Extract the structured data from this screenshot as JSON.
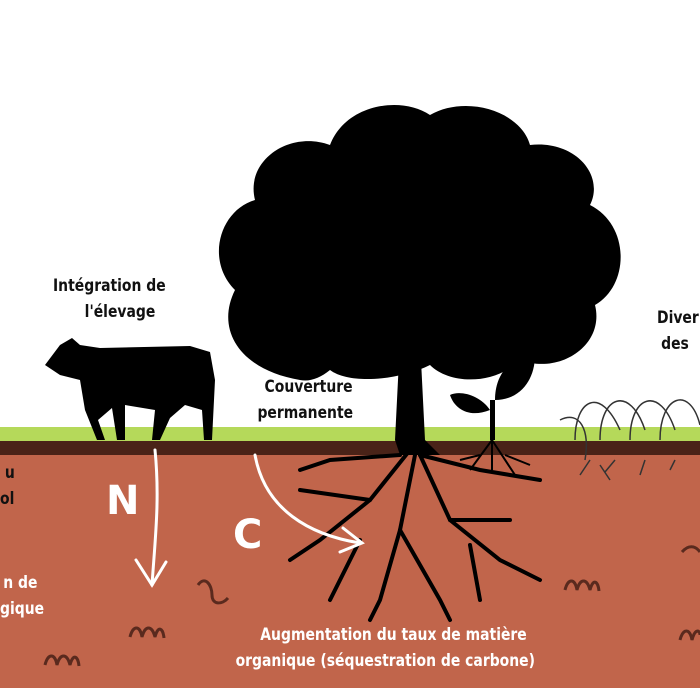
{
  "labels": {
    "livestock": [
      "Intégration de",
      "l'élevage"
    ],
    "cover": [
      "Couverture",
      "permanente"
    ],
    "diversity": [
      "Diver",
      "des"
    ],
    "left_top": [
      "u",
      "ol"
    ],
    "left_bottom": [
      "n de",
      "gique"
    ],
    "organic_matter": [
      "Augmentation du taux de matière",
      "organique (séquestration de carbone)"
    ],
    "nitrogen": "N",
    "carbon": "C"
  },
  "colors": {
    "grass": "#b5d95a",
    "topsoil": "#4a2318",
    "soil": "#c1654b",
    "silhouette": "#000000"
  }
}
